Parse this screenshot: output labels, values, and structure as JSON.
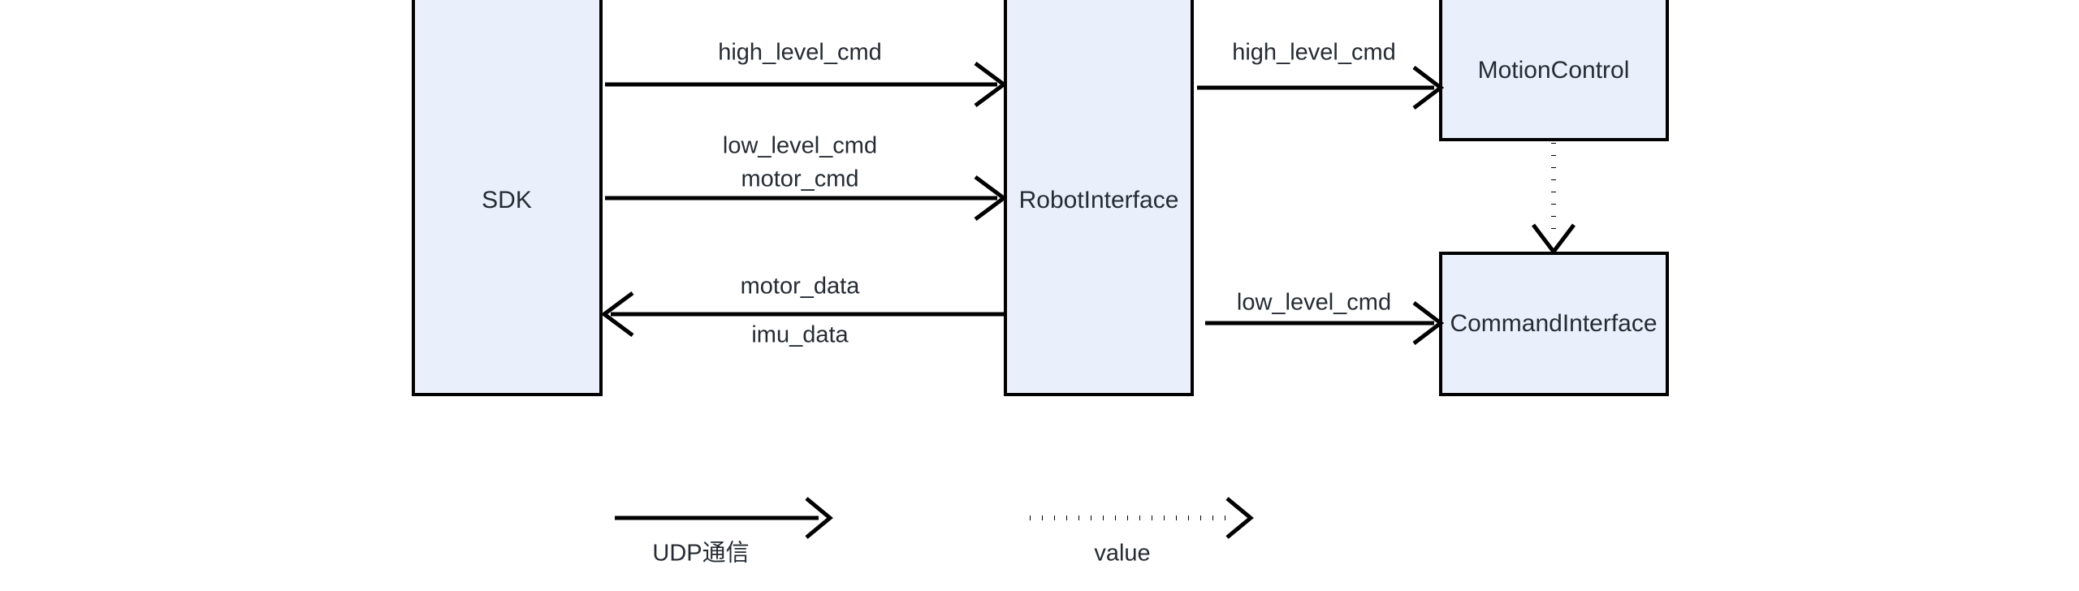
{
  "diagram": {
    "type": "block-diagram",
    "background_color": "#ffffff",
    "node_fill_color": "#eaf0fb",
    "node_border_color": "#000000",
    "text_color": "#262b33",
    "nodes": [
      {
        "id": "sdk",
        "label": "SDK"
      },
      {
        "id": "robotinterface",
        "label": "RobotInterface"
      },
      {
        "id": "motioncontrol",
        "label": "MotionControl"
      },
      {
        "id": "commandinterface",
        "label": "CommandInterface"
      }
    ],
    "edges": [
      {
        "id": "e1",
        "from": "sdk",
        "to": "robotinterface",
        "style": "solid",
        "direction": "right",
        "labels": [
          "high_level_cmd"
        ]
      },
      {
        "id": "e2",
        "from": "sdk",
        "to": "robotinterface",
        "style": "solid",
        "direction": "right",
        "labels": [
          "low_level_cmd",
          "motor_cmd"
        ]
      },
      {
        "id": "e3",
        "from": "robotinterface",
        "to": "sdk",
        "style": "solid",
        "direction": "left",
        "labels": [
          "motor_data",
          "imu_data"
        ]
      },
      {
        "id": "e4",
        "from": "robotinterface",
        "to": "motioncontrol",
        "style": "solid",
        "direction": "right",
        "labels": [
          "high_level_cmd"
        ]
      },
      {
        "id": "e5",
        "from": "robotinterface",
        "to": "commandinterface",
        "style": "solid",
        "direction": "right",
        "labels": [
          "low_level_cmd"
        ]
      },
      {
        "id": "e6",
        "from": "motioncontrol",
        "to": "commandinterface",
        "style": "dotted",
        "direction": "down",
        "labels": []
      }
    ],
    "edge_labels": {
      "e1": "high_level_cmd",
      "e2_top": "low_level_cmd",
      "e2_bottom": "motor_cmd",
      "e3_top": "motor_data",
      "e3_bottom": "imu_data",
      "e4": "high_level_cmd",
      "e5": "low_level_cmd"
    },
    "legend": {
      "items": [
        {
          "id": "legend-udp",
          "style": "solid",
          "label": "UDP通信"
        },
        {
          "id": "legend-value",
          "style": "dotted",
          "label": "value"
        }
      ],
      "solid_label": "UDP通信",
      "dotted_label": "value"
    }
  }
}
